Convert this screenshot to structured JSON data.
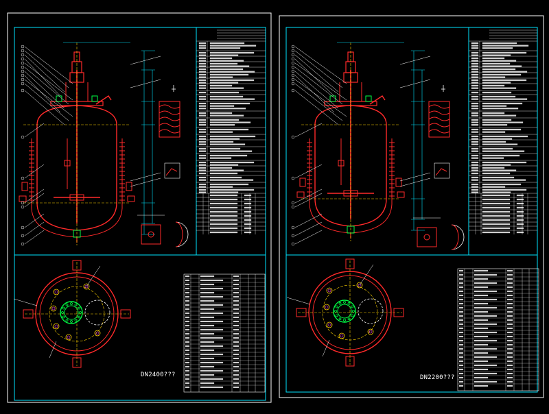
{
  "colors": {
    "background": "#000000",
    "border": "#ffffff",
    "frame": "#00e5ff",
    "vessel": "#ff2a2a",
    "centerline": "#ffd400",
    "leader": "#ffffff",
    "agitator": "#ff2a2a",
    "green": "#00ff44",
    "magenta": "#ff40ff",
    "table_text": "#d0d0d0"
  },
  "sheets": [
    {
      "id": "left",
      "caption": "DN2400???"
    },
    {
      "id": "right",
      "caption": "DN2200???"
    }
  ]
}
